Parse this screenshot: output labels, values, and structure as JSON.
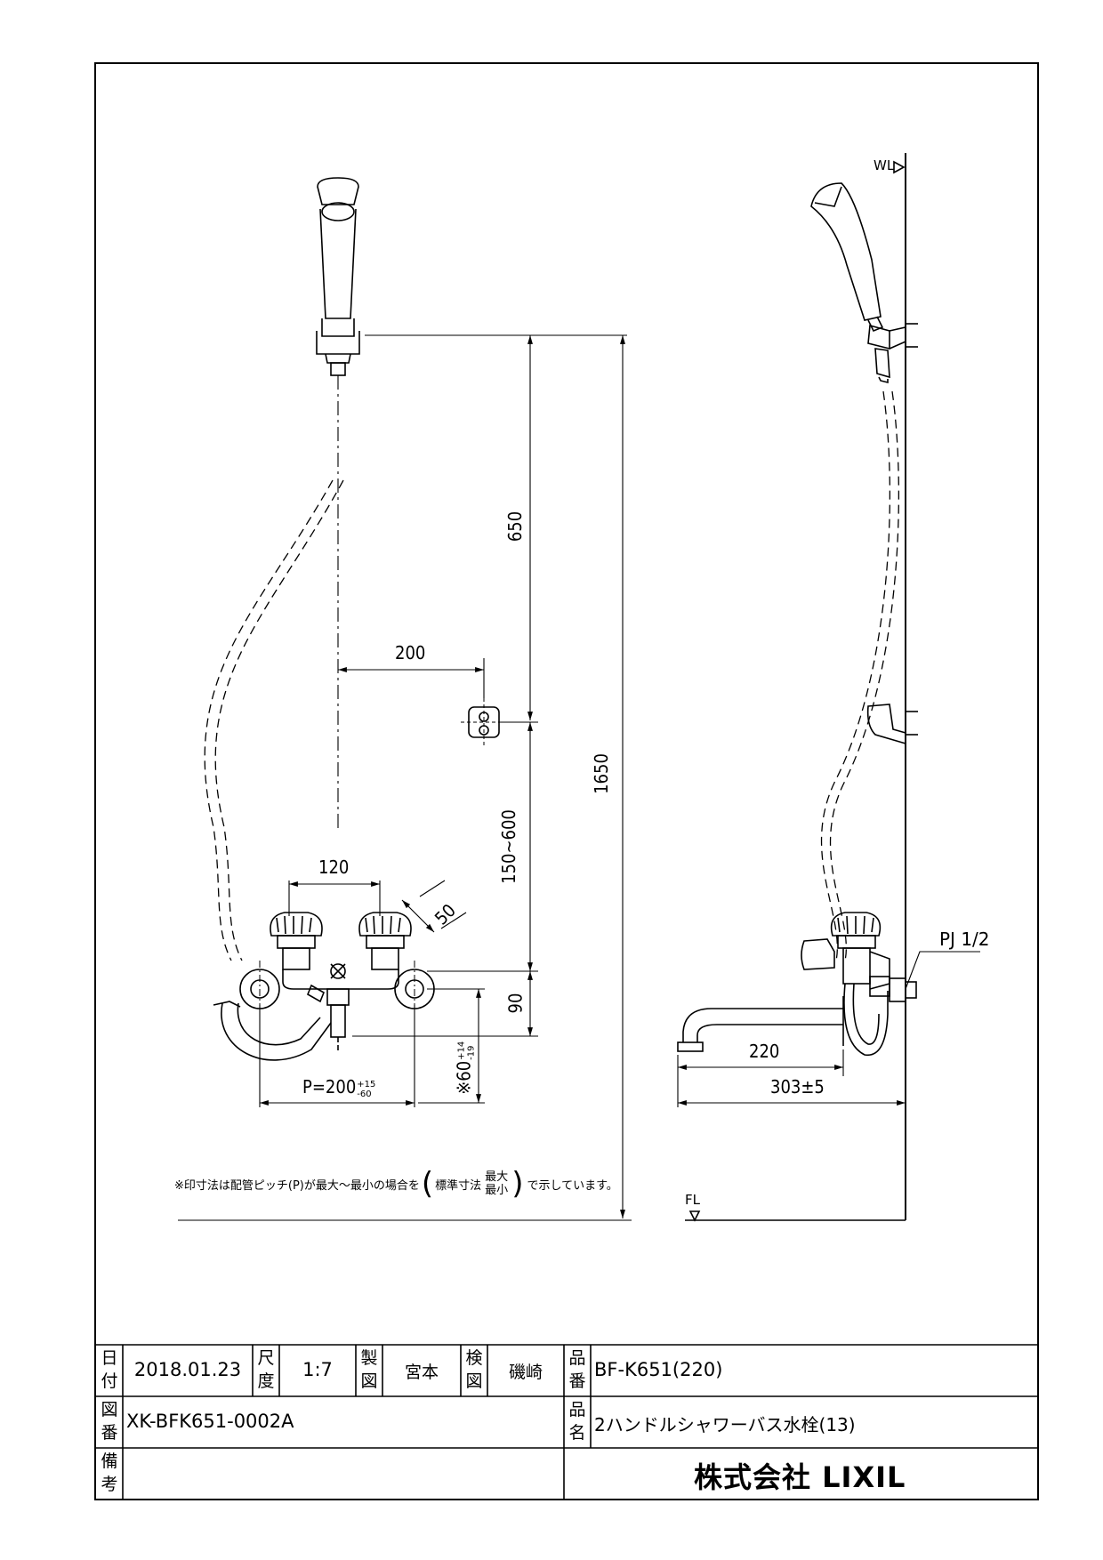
{
  "labels": {
    "wl": "WL",
    "fl": "FL",
    "pj": "PJ 1/2",
    "note_pre": "※印寸法は配管ピッチ(P)が最大～最小の場合を",
    "note_std": "標準寸法",
    "note_max": "最大",
    "note_min": "最小",
    "note_post": "で示しています。"
  },
  "dimensions": {
    "d650": "650",
    "d200": "200",
    "d1650": "1650",
    "d150_600": "150~600",
    "d120": "120",
    "d50": "50",
    "d90": "90",
    "d60": "※60",
    "d60_tol_plus": "+14",
    "d60_tol_minus": "-19",
    "pitch": "P=200",
    "pitch_tol_plus": "+15",
    "pitch_tol_minus": "-60",
    "d220": "220",
    "d303": "303±5"
  },
  "title_block": {
    "date_label_1": "日",
    "date_label_2": "付",
    "date": "2018.01.23",
    "scale_label_1": "尺",
    "scale_label_2": "度",
    "scale": "1:7",
    "drawn_label_1": "製",
    "drawn_label_2": "図",
    "drawn_by": "宮本",
    "checked_label_1": "検",
    "checked_label_2": "図",
    "checked_by": "磯崎",
    "product_no_label_1": "品",
    "product_no_label_2": "番",
    "product_no": "BF-K651(220)",
    "drawing_no_label_1": "図",
    "drawing_no_label_2": "番",
    "drawing_no": "XK-BFK651-0002A",
    "product_name_label_1": "品",
    "product_name_label_2": "名",
    "product_name": "2ハンドルシャワーバス水栓(13)",
    "remarks_label_1": "備",
    "remarks_label_2": "考",
    "company": "株式会社 LIXIL"
  }
}
